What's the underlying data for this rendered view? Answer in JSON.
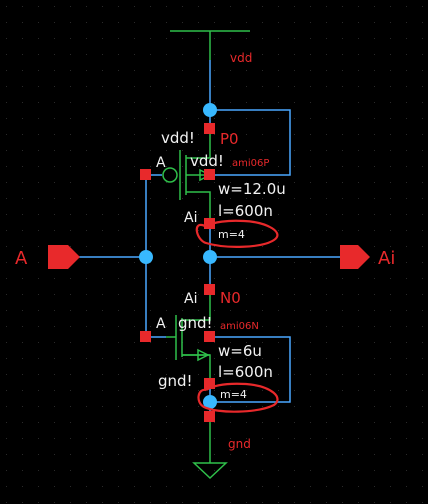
{
  "schematic": {
    "supply_net": "vdd",
    "ground_net": "gnd",
    "input_pin": "A",
    "output_pin": "Ai",
    "pmos": {
      "instance": "P0",
      "model": "ami06P",
      "bulk": "vdd!",
      "bulk_short": "vdd!",
      "gate_net": "A",
      "drain_net": "Ai",
      "width": "w=12.0u",
      "length": "l=600n",
      "multiplier": "m=4"
    },
    "nmos": {
      "instance": "N0",
      "model": "ami06N",
      "bulk": "gnd!",
      "bulk_short": "gnd!",
      "gate_net": "A",
      "drain_net": "Ai",
      "width": "w=6u",
      "length": "l=600n",
      "multiplier": "m=4"
    },
    "colors": {
      "background": "#000000",
      "wire": "#4aa8ff",
      "supply_symbol": "#2fbf4a",
      "pin": "#e8292b",
      "text_red": "#e8292b",
      "text_white": "#f2f2f2",
      "node_dot": "#38b8ff",
      "annotation": "#e8292b"
    }
  }
}
